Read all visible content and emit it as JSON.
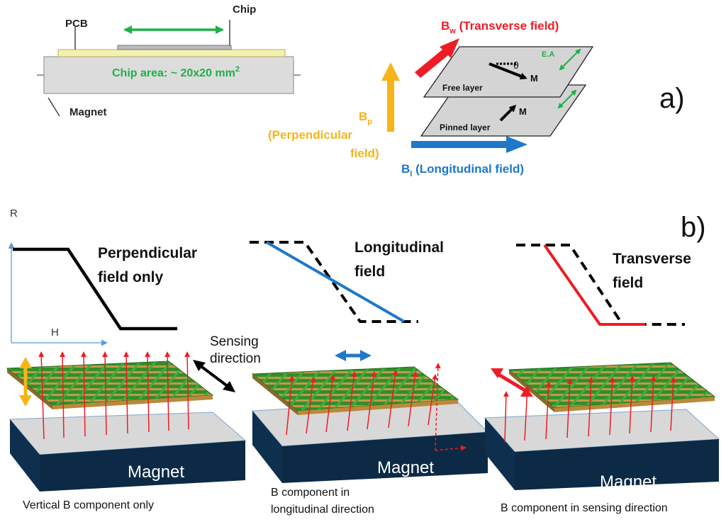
{
  "panel_a": {
    "label": "a)",
    "pcb_label": "PCB",
    "chip_label": "Chip",
    "chip_area_label": "Chip area: ~ 20x20 mm",
    "chip_area_sup": "2",
    "magnet_label": "Magnet",
    "bw_symbol": "B",
    "bw_sub": "w",
    "bw_text": " (Transverse field)",
    "bp_symbol": "B",
    "bp_sub": "p",
    "bp_text_1": "(Perpendicular",
    "bp_text_2": "field)",
    "bl_symbol": "B",
    "bl_sub": "l",
    "bl_text": " (Longitudinal field)",
    "free_layer": "Free layer",
    "pinned_layer": "Pinned layer",
    "m_label": "M",
    "theta": "θ",
    "ea_label": "E.A"
  },
  "panel_b": {
    "label": "b)",
    "r_axis": "R",
    "h_axis": "H",
    "graph1_title_1": "Perpendicular",
    "graph1_title_2": "field only",
    "graph2_title_1": "Longitudinal",
    "graph2_title_2": "field",
    "graph3_title_1": "Transverse",
    "graph3_title_2": "field",
    "sensing_1": "Sensing",
    "sensing_2": "direction",
    "magnet_label": "Magnet",
    "caption1": "Vertical B component only",
    "caption2_1": "B component in",
    "caption2_2": "longitudinal direction",
    "caption3": "B component in sensing direction"
  },
  "colors": {
    "green_arrow": "#1fb04a",
    "red": "#ee1c24",
    "yellow": "#f7b418",
    "blue": "#1f78c8",
    "black": "#000000",
    "magnet_top": "#d8d8d8",
    "magnet_side": "#0c2a45"
  }
}
